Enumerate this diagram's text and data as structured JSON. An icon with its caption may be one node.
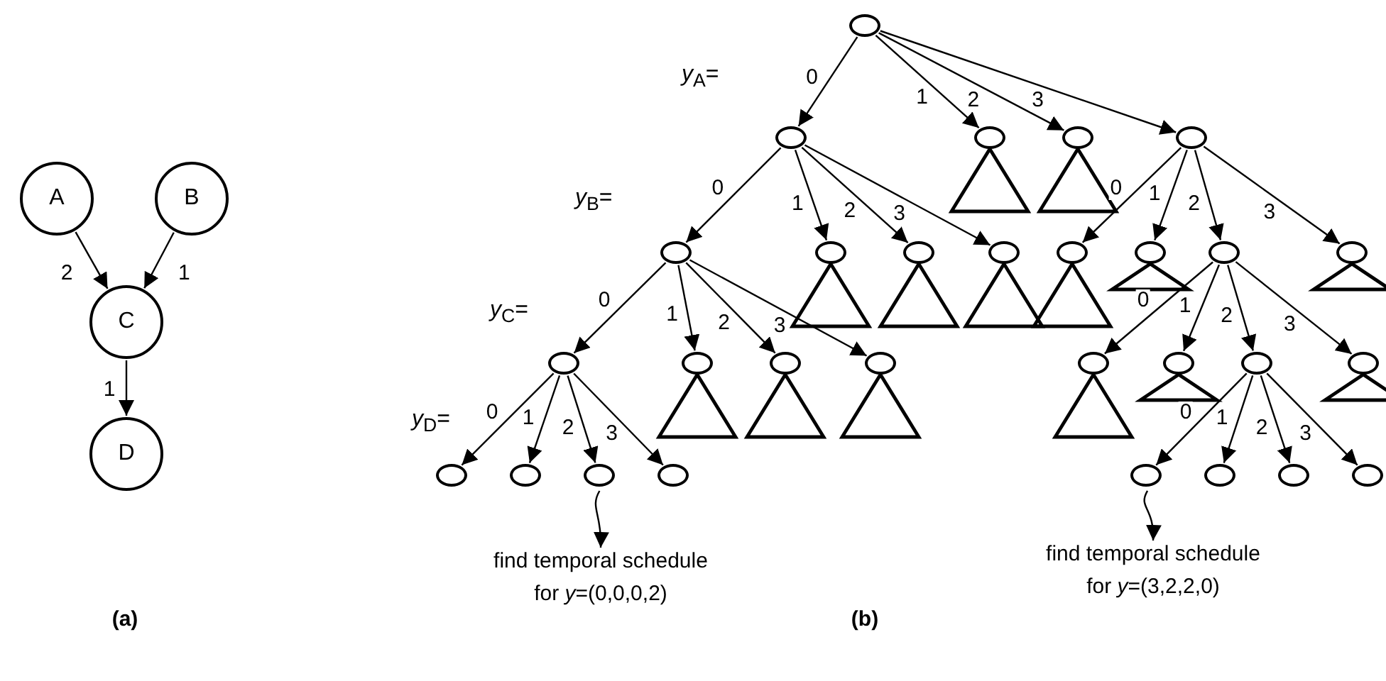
{
  "diagram": {
    "nodes": [
      {
        "text": [
          "A"
        ]
      },
      {
        "text": [
          "B"
        ]
      },
      {
        "text": [
          "C"
        ]
      },
      {
        "text": [
          "D"
        ]
      },
      {
        "text": [],
        "shape": "circle"
      },
      {
        "text": [],
        "shape": "circle"
      },
      {
        "text": [],
        "shape": "circle"
      },
      {
        "text": [],
        "shape": "circle"
      },
      {
        "text": [],
        "shape": "circle"
      },
      {
        "text": [],
        "shape": "circle"
      },
      {
        "text": [],
        "shape": "circle"
      },
      {
        "text": [],
        "shape": "circle"
      },
      {
        "text": [],
        "shape": "circle"
      },
      {
        "text": [],
        "shape": "circle"
      },
      {
        "text": [],
        "shape": "circle"
      },
      {
        "text": [],
        "shape": "circle"
      },
      {
        "text": [],
        "shape": "circle"
      },
      {
        "text": [],
        "shape": "circle"
      },
      {
        "text": [],
        "shape": "circle"
      },
      {
        "text": [],
        "shape": "circle"
      },
      {
        "text": [],
        "shape": "circle"
      },
      {
        "text": [],
        "shape": "circle"
      },
      {
        "text": [],
        "shape": "circle"
      },
      {
        "text": [],
        "shape": "circle"
      },
      {
        "text": [],
        "shape": "circle"
      },
      {
        "text": [],
        "shape": "circle"
      },
      {
        "text": [],
        "shape": "circle"
      },
      {
        "text": [],
        "shape": "circle"
      },
      {
        "text": [],
        "shape": "circle"
      },
      {
        "text": [],
        "shape": "circle"
      },
      {
        "text": [],
        "shape": "circle"
      },
      {
        "text": [],
        "shape": "circle"
      },
      {
        "text": [],
        "shape": "circle"
      },
      {
        "text": [
          "find temporal schedule for *y*=(0,0,0,2)"
        ]
      },
      {
        "text": [
          "find temporal schedule for *y*=(3,2,2,0)"
        ]
      }
    ],
    "edges": [
      {
        "from": 0,
        "to": 2,
        "arrow": "to",
        "label": "2"
      },
      {
        "from": 1,
        "to": 2,
        "arrow": "to",
        "label": "1"
      },
      {
        "from": 2,
        "to": 3,
        "arrow": "to",
        "label": "1"
      },
      {
        "from": 4,
        "to": 5,
        "arrow": "to",
        "label": "0"
      },
      {
        "from": 4,
        "to": 6,
        "arrow": "to",
        "label": "1"
      },
      {
        "from": 4,
        "to": 7,
        "arrow": "to",
        "label": "2"
      },
      {
        "from": 4,
        "to": 8,
        "arrow": "to",
        "label": "3"
      },
      {
        "from": 5,
        "to": 9,
        "arrow": "to",
        "label": "0"
      },
      {
        "from": 5,
        "to": 10,
        "arrow": "to",
        "label": "1"
      },
      {
        "from": 5,
        "to": 11,
        "arrow": "to",
        "label": "2"
      },
      {
        "from": 5,
        "to": 12,
        "arrow": "to",
        "label": "3"
      },
      {
        "from": 8,
        "to": 13,
        "arrow": "to",
        "label": "0"
      },
      {
        "from": 8,
        "to": 14,
        "arrow": "to",
        "label": "1"
      },
      {
        "from": 8,
        "to": 15,
        "arrow": "to",
        "label": "2"
      },
      {
        "from": 8,
        "to": 16,
        "arrow": "to",
        "label": "3"
      },
      {
        "from": 9,
        "to": 17,
        "arrow": "to",
        "label": "0"
      },
      {
        "from": 9,
        "to": 18,
        "arrow": "to",
        "label": "1"
      },
      {
        "from": 9,
        "to": 19,
        "arrow": "to",
        "label": "2"
      },
      {
        "from": 9,
        "to": 20,
        "arrow": "to",
        "label": "3"
      },
      {
        "from": 15,
        "to": 21,
        "arrow": "to",
        "label": "0"
      },
      {
        "from": 15,
        "to": 22,
        "arrow": "to",
        "label": "1"
      },
      {
        "from": 15,
        "to": 23,
        "arrow": "to",
        "label": "2"
      },
      {
        "from": 15,
        "to": 24,
        "arrow": "to",
        "label": "3"
      },
      {
        "from": 17,
        "to": 25,
        "arrow": "to",
        "label": "0"
      },
      {
        "from": 17,
        "to": 26,
        "arrow": "to",
        "label": "1"
      },
      {
        "from": 17,
        "to": 27,
        "arrow": "to",
        "label": "2"
      },
      {
        "from": 17,
        "to": 28,
        "arrow": "to",
        "label": "3"
      },
      {
        "from": 23,
        "to": 29,
        "arrow": "to",
        "label": "0"
      },
      {
        "from": 23,
        "to": 30,
        "arrow": "to",
        "label": "1"
      },
      {
        "from": 23,
        "to": 31,
        "arrow": "to",
        "label": "2"
      },
      {
        "from": 23,
        "to": 32,
        "arrow": "to",
        "label": "3"
      },
      {
        "from": 27,
        "to": 33,
        "arrow": "to"
      },
      {
        "from": 29,
        "to": 34,
        "arrow": "to"
      }
    ],
    "labels": [
      "*y*$_{A}$=",
      "*y*$_{B}$=",
      "*y*$_{C}$=",
      "*y*$_{D}$=",
      "(a)",
      "(b)"
    ]
  }
}
